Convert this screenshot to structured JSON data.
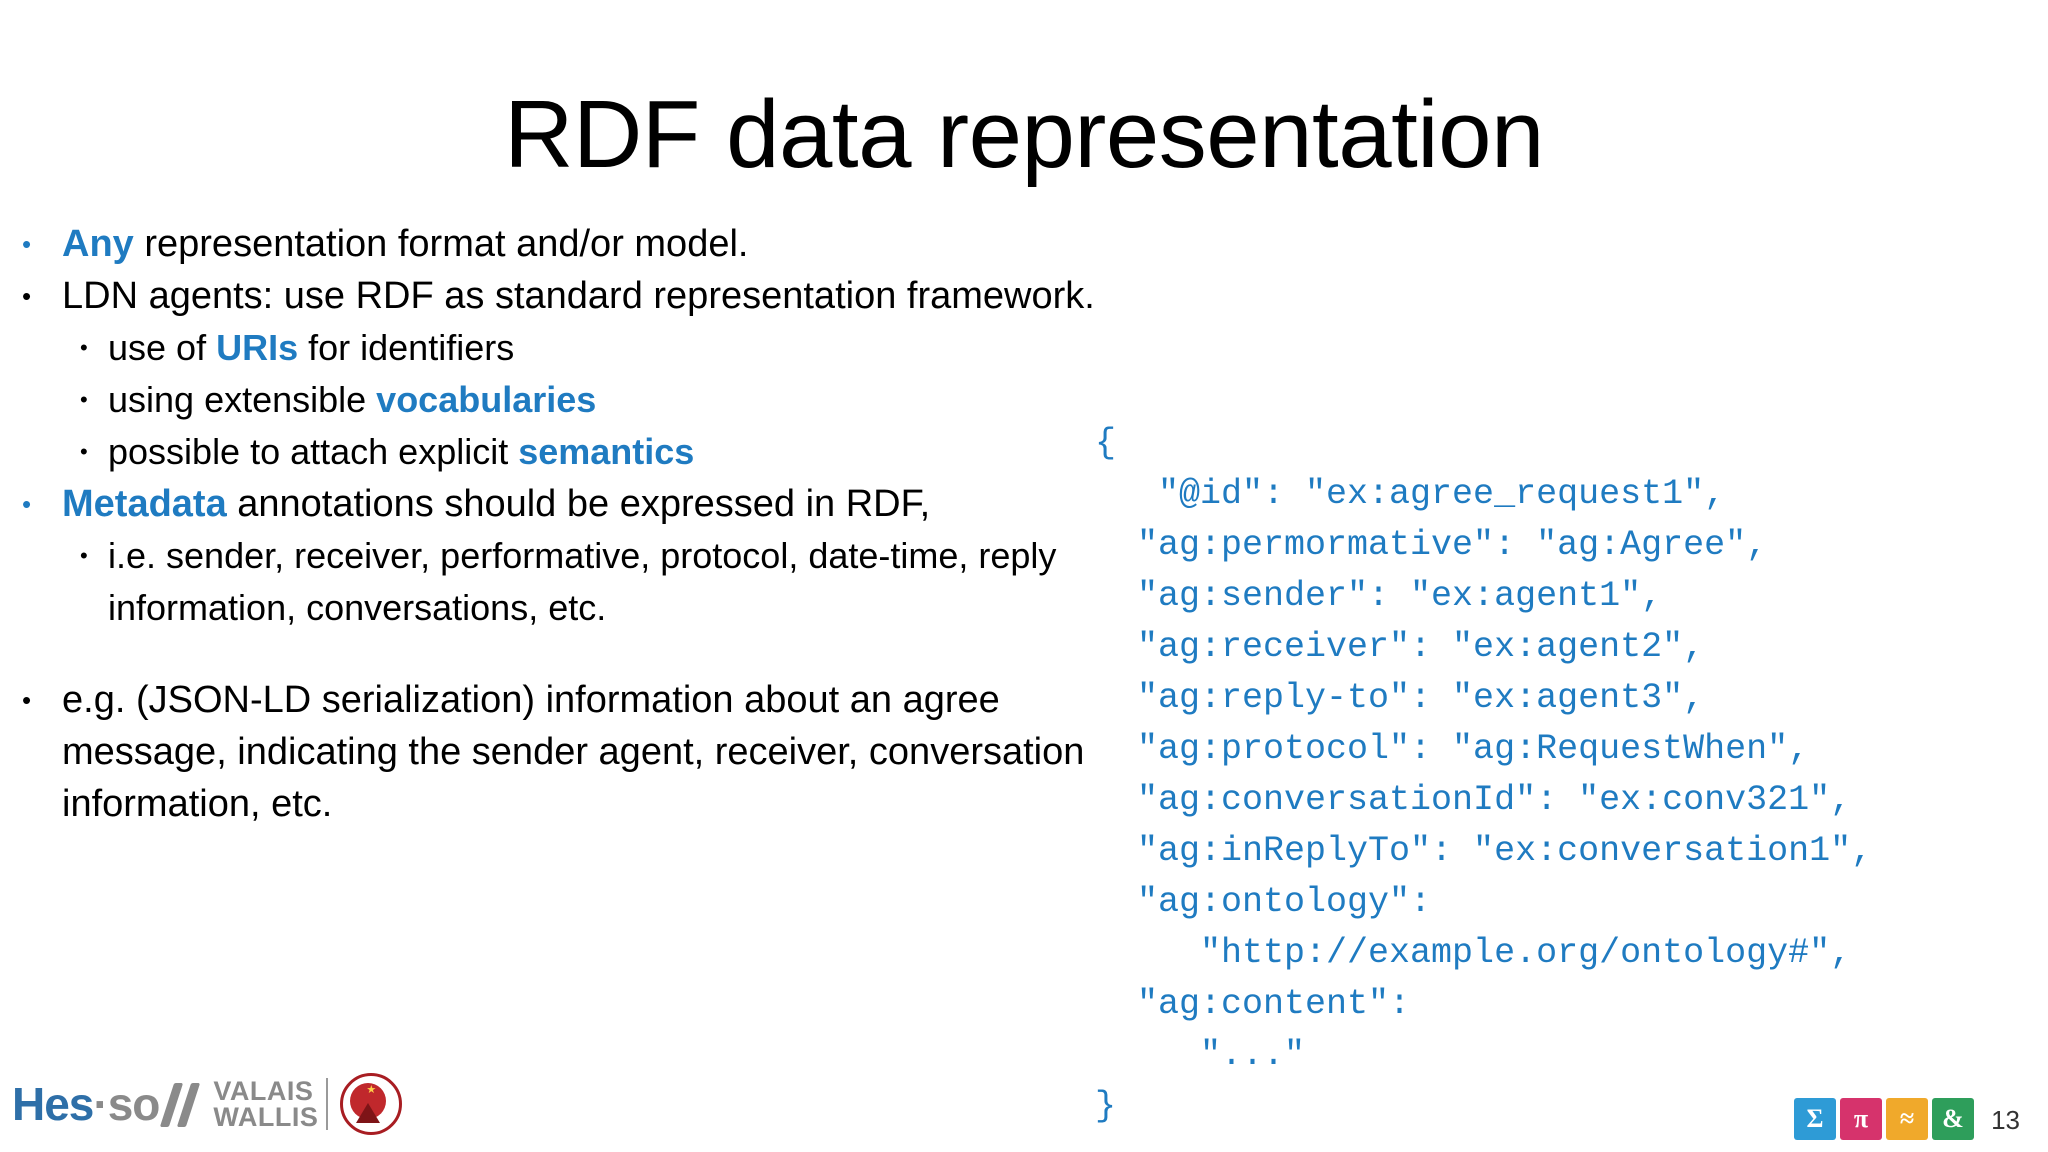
{
  "slide": {
    "title": "RDF data representation",
    "page_number": "13",
    "accent_color": "#1f7bc1",
    "text_color": "#000000",
    "background_color": "#ffffff"
  },
  "bullets": [
    {
      "level": 1,
      "accent_bullet": true,
      "segments": [
        {
          "text": "Any",
          "highlight": true
        },
        {
          "text": " representation format and/or model.",
          "highlight": false
        }
      ]
    },
    {
      "level": 1,
      "accent_bullet": false,
      "segments": [
        {
          "text": "LDN agents: use RDF as standard representation framework.",
          "highlight": false
        }
      ]
    },
    {
      "level": 2,
      "accent_bullet": false,
      "segments": [
        {
          "text": "use of ",
          "highlight": false
        },
        {
          "text": "URIs",
          "highlight": true
        },
        {
          "text": " for identifiers",
          "highlight": false
        }
      ]
    },
    {
      "level": 2,
      "accent_bullet": false,
      "segments": [
        {
          "text": "using extensible ",
          "highlight": false
        },
        {
          "text": "vocabularies",
          "highlight": true
        }
      ]
    },
    {
      "level": 2,
      "accent_bullet": false,
      "segments": [
        {
          "text": "possible to attach explicit ",
          "highlight": false
        },
        {
          "text": "semantics",
          "highlight": true
        }
      ]
    },
    {
      "level": 1,
      "accent_bullet": true,
      "segments": [
        {
          "text": "Metadata",
          "highlight": true
        },
        {
          "text": " annotations should be expressed in RDF,",
          "highlight": false
        }
      ]
    },
    {
      "level": 2,
      "accent_bullet": false,
      "segments": [
        {
          "text": "i.e. sender, receiver, performative, protocol, date-time, reply information, conversations, etc.",
          "highlight": false
        }
      ]
    },
    {
      "level": 1,
      "accent_bullet": false,
      "spacer_before": true,
      "segments": [
        {
          "text": "e.g. (JSON-LD serialization) information about an  agree message, indicating the sender agent, receiver, conversation information, etc.",
          "highlight": false
        }
      ]
    }
  ],
  "code": {
    "language": "json-ld",
    "color": "#1f7bc1",
    "lines": [
      "{",
      "   \"@id\": \"ex:agree_request1\",",
      "  \"ag:permormative\": \"ag:Agree\",",
      "  \"ag:sender\": \"ex:agent1\",",
      "  \"ag:receiver\": \"ex:agent2\",",
      "  \"ag:reply-to\": \"ex:agent3\",",
      "  \"ag:protocol\": \"ag:RequestWhen\",",
      "  \"ag:conversationId\": \"ex:conv321\",",
      "  \"ag:inReplyTo\": \"ex:conversation1\",",
      "  \"ag:ontology\":",
      "     \"http://example.org/ontology#\",",
      "  \"ag:content\":",
      "     \"...\"",
      "}"
    ]
  },
  "footer": {
    "logo": {
      "name_part1": "Hes",
      "name_separator": "·so",
      "region_line1": "VALAIS",
      "region_line2": "WALLIS",
      "seal_label": "Valais excellence"
    },
    "badges": [
      {
        "glyph": "Σ",
        "name": "sigma-badge",
        "color": "#2e9bd6"
      },
      {
        "glyph": "π",
        "name": "pi-badge",
        "color": "#d6336c"
      },
      {
        "glyph": "≈",
        "name": "approx-badge",
        "color": "#f0a92b"
      },
      {
        "glyph": "&",
        "name": "ampersand-badge",
        "color": "#2e9e5b"
      }
    ]
  }
}
